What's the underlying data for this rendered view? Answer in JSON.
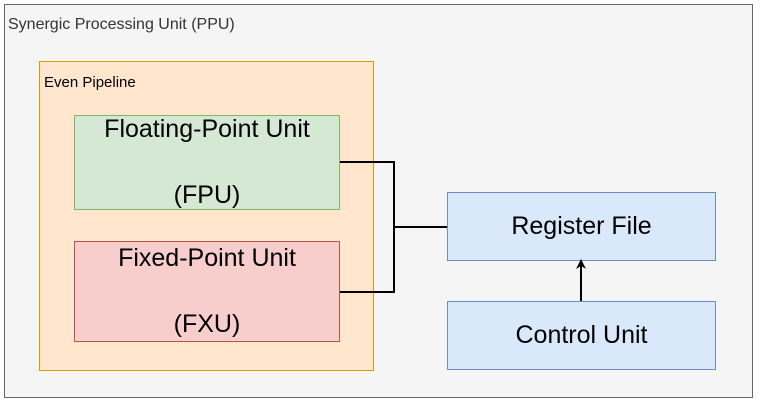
{
  "diagram": {
    "container": {
      "label": "Synergic Processing Unit (PPU)"
    },
    "pipeline": {
      "label": "Even Pipeline"
    },
    "nodes": {
      "fpu": {
        "line1": "Floating-Point Unit",
        "line2": "(FPU)"
      },
      "fxu": {
        "line1": "Fixed-Point Unit",
        "line2": "(FXU)"
      },
      "register_file": {
        "label": "Register File"
      },
      "control_unit": {
        "label": "Control Unit"
      }
    },
    "edges": [
      {
        "from": "fpu",
        "to": "register_file",
        "arrow": false
      },
      {
        "from": "fxu",
        "to": "register_file",
        "arrow": false
      },
      {
        "from": "control_unit",
        "to": "register_file",
        "arrow": true
      }
    ],
    "colors": {
      "container_fill": "#f5f5f5",
      "container_stroke": "#666666",
      "pipeline_fill": "#ffe6cc",
      "pipeline_stroke": "#d79b00",
      "fpu_fill": "#d5e8d4",
      "fpu_stroke": "#82b366",
      "fxu_fill": "#f8cecc",
      "fxu_stroke": "#b85450",
      "unit_fill": "#dae8fc",
      "unit_stroke": "#6c8ebf"
    }
  }
}
